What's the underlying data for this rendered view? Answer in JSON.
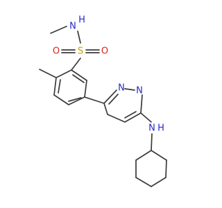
{
  "molecule": {
    "atoms": {
      "sulfonamide_h": {
        "text": "H",
        "color": "#2828cc"
      },
      "sulfonamide_n": {
        "text": "N",
        "color": "#2828cc"
      },
      "sulfur": {
        "text": "S",
        "color": "#c8a000"
      },
      "oxygen_left": {
        "text": "O",
        "color": "#e02020"
      },
      "oxygen_right": {
        "text": "O",
        "color": "#e02020"
      },
      "pyridazine_n1": {
        "text": "N",
        "color": "#2828cc"
      },
      "pyridazine_n2": {
        "text": "N",
        "color": "#2828cc"
      },
      "amine_n": {
        "text": "N",
        "color": "#2828cc"
      },
      "amine_h": {
        "text": "H",
        "color": "#2828cc"
      }
    },
    "bond_color": "#3a3a3a"
  }
}
